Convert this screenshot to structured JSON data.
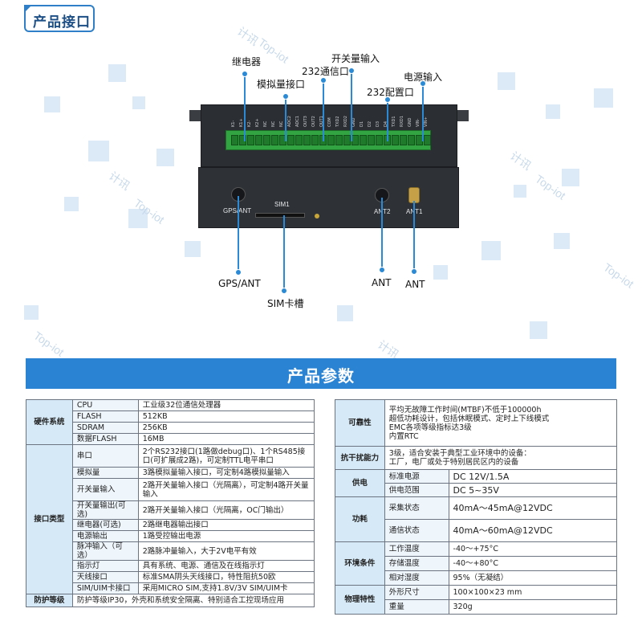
{
  "header": {
    "badge_label": "产品接口"
  },
  "watermark": {
    "cn": "计讯",
    "en": "Top-iot"
  },
  "device": {
    "pins": [
      "K1-",
      "K1+",
      "K2-",
      "K2+",
      "NC",
      "NC",
      "NC",
      "ADC2",
      "ADC1",
      "OUT3",
      "OUT2",
      "OUT1",
      "COM",
      "TXD2",
      "RXD2",
      "GND",
      "D1",
      "D2",
      "D3",
      "D4",
      "TXD1",
      "RXD1",
      "GND",
      "VIN-",
      "VIN+"
    ],
    "labels": {
      "gps_ant": "GPS/ANT",
      "sim": "SIM1",
      "ant2": "ANT2",
      "ant1": "ANT1"
    }
  },
  "callouts": {
    "relay": "继电器",
    "analog": "模拟量接口",
    "rs232_comm": "232通信口",
    "switch_input": "开关量输入",
    "rs232_config": "232配置口",
    "power_input": "电源输入",
    "gps_ant": "GPS/ANT",
    "sim_slot": "SIM卡槽",
    "ant_left": "ANT",
    "ant_right": "ANT"
  },
  "banner": {
    "title": "产品参数"
  },
  "left_table": {
    "hardware": {
      "group": "硬件系统",
      "rows": [
        {
          "k": "CPU",
          "v": "工业级32位通信处理器"
        },
        {
          "k": "FLASH",
          "v": "512KB"
        },
        {
          "k": "SDRAM",
          "v": "256KB"
        },
        {
          "k": "数据FLASH",
          "v": "16MB"
        }
      ]
    },
    "interface": {
      "group": "接口类型",
      "rows": [
        {
          "k": "串口",
          "v": "2个RS232接口(1路做debug口)、1个RS485接口(可扩展成2路)，可定制TTL电平串口"
        },
        {
          "k": "模拟量",
          "v": "3路模拟量输入接口，可定制4路模拟量输入"
        },
        {
          "k": "开关量输入",
          "v": "2路开关量输入接口（光隔离），可定制4路开关量输入"
        },
        {
          "k": "开关量输出(可选)",
          "v": "2路开关量输入接口（光隔离，OC门输出）"
        },
        {
          "k": "继电器(可选)",
          "v": "2路继电器输出接口"
        },
        {
          "k": "电源输出",
          "v": "1路受控输出电源"
        },
        {
          "k": "脉冲输入（可选）",
          "v": "2路脉冲量输入，大于2V电平有效"
        },
        {
          "k": "指示灯",
          "v": "具有系统、电源、通信及在线指示灯"
        },
        {
          "k": "天线接口",
          "v": "标准SMA阴头天线接口，特性阻抗50欧"
        },
        {
          "k": "SIM/UIM卡接口",
          "v": "采用MICRO SIM,支持1.8V/3V SIM/UIM卡"
        }
      ]
    },
    "protection": {
      "group": "防护等级",
      "v": "防护等级IP30，外壳和系统安全隔离、特别适合工控现场应用"
    }
  },
  "right_table": {
    "reliability": {
      "group": "可靠性",
      "lines": [
        "平均无故障工作时间(MTBF)不低于100000h",
        "超低功耗设计，包括休眠模式、定时上下线模式",
        "EMC各项等级指标达3级",
        "内置RTC"
      ]
    },
    "anti_interference": {
      "group": "抗干扰能力",
      "lines": [
        "3级，适合安装于典型工业环境中的设备：",
        "工厂，电厂或处于特别居民区内的设备"
      ]
    },
    "power": {
      "group": "供电",
      "rows": [
        {
          "k": "标准电源",
          "v": "DC 12V/1.5A"
        },
        {
          "k": "供电范围",
          "v": "DC 5~35V"
        }
      ]
    },
    "consumption": {
      "group": "功耗",
      "rows": [
        {
          "k": "采集状态",
          "v": "40mA～45mA@12VDC"
        },
        {
          "k": "通信状态",
          "v": "40mA～60mA@12VDC"
        }
      ]
    },
    "environment": {
      "group": "环境条件",
      "rows": [
        {
          "k": "工作温度",
          "v": "-40～+75°C"
        },
        {
          "k": "存储温度",
          "v": "-40～+80°C"
        },
        {
          "k": "相对湿度",
          "v": "95%（无凝结）"
        }
      ]
    },
    "physical": {
      "group": "物理特性",
      "rows": [
        {
          "k": "外形尺寸",
          "v": "100×100×23 mm"
        },
        {
          "k": "重量",
          "v": "320g"
        }
      ]
    }
  }
}
